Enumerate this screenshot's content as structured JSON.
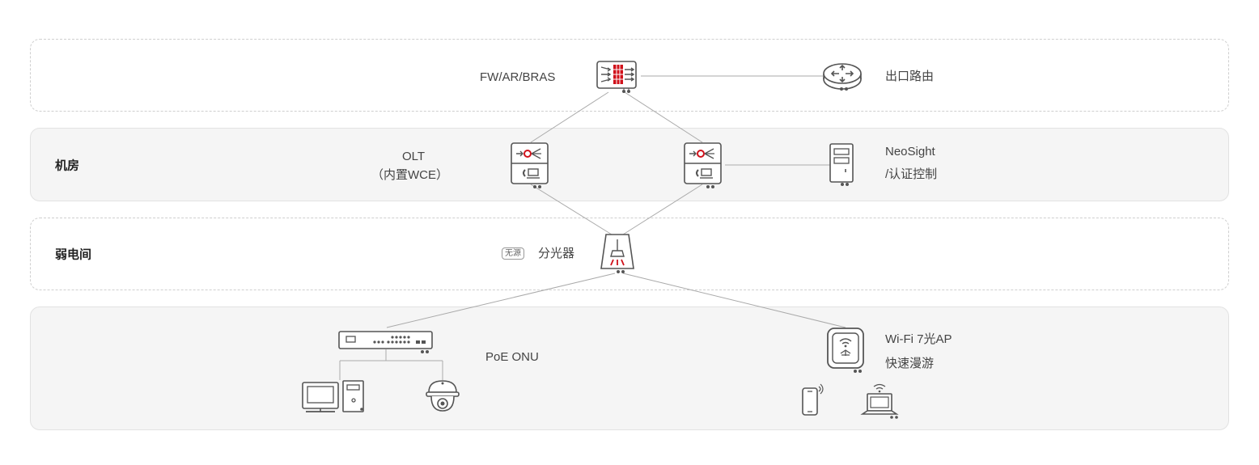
{
  "layers": {
    "egress": {
      "label": ""
    },
    "machine_room": {
      "label": "机房"
    },
    "weak_room": {
      "label": "弱电间"
    },
    "access": {
      "label": ""
    }
  },
  "nodes": {
    "fw": {
      "label": "FW/AR/BRAS",
      "icon": "firewall-icon"
    },
    "router": {
      "label": "出口路由",
      "icon": "router-icon"
    },
    "olt": {
      "label_line1": "OLT",
      "label_line2": "（内置WCE）",
      "icon": "olt-icon"
    },
    "neosight": {
      "label_line1": "NeoSight",
      "label_line2": "/认证控制",
      "icon": "server-icon"
    },
    "splitter": {
      "badge": "无源",
      "label": "分光器",
      "icon": "splitter-icon"
    },
    "onu": {
      "label": "PoE ONU",
      "icon": "onu-icon"
    },
    "ap": {
      "label_line1": "Wi-Fi 7光AP",
      "label_line2": "快速漫游",
      "icon": "ap-icon"
    }
  },
  "colors": {
    "accent": "#d0121b",
    "stroke": "#555555",
    "line": "#aaaaaa"
  }
}
